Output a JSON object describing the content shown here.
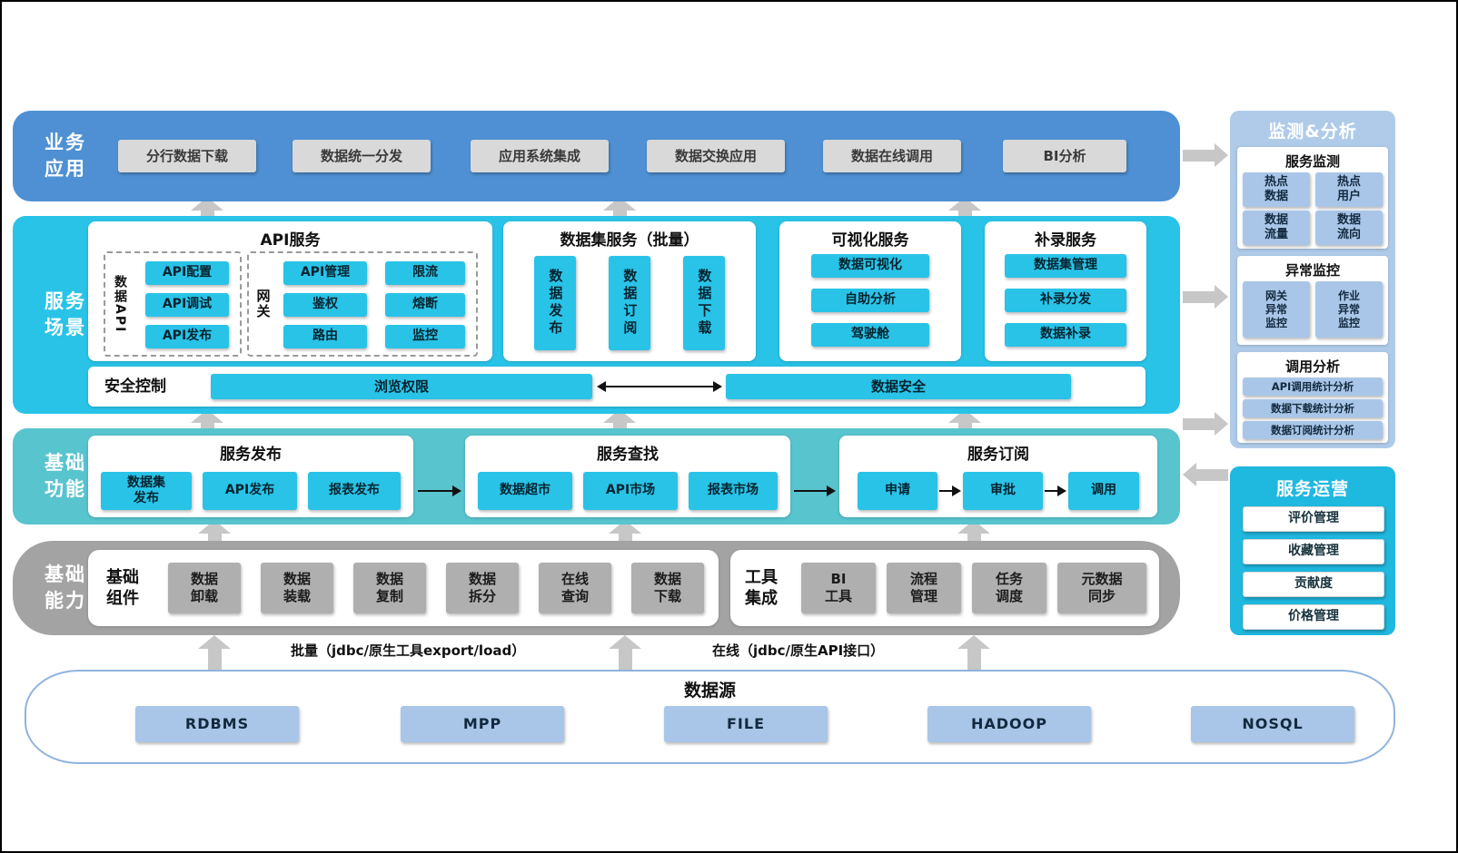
{
  "layers": {
    "business": {
      "label": "业务\n应用",
      "items": [
        "分行数据下载",
        "数据统一分发",
        "应用系统集成",
        "数据交换应用",
        "数据在线调用",
        "BI分析"
      ]
    },
    "scene": {
      "label": "服务\n场景",
      "api": {
        "title": "API服务",
        "data_api_label": "数据API",
        "data_api_items": [
          "API配置",
          "API调试",
          "API发布"
        ],
        "gateway_label": "网关",
        "gateway_items": [
          "API管理",
          "限流",
          "鉴权",
          "熔断",
          "路由",
          "监控"
        ]
      },
      "dataset": {
        "title": "数据集服务（批量）",
        "items": [
          "数据发布",
          "数据订阅",
          "数据下载"
        ]
      },
      "visual": {
        "title": "可视化服务",
        "items": [
          "数据可视化",
          "自助分析",
          "驾驶舱"
        ]
      },
      "backfill": {
        "title": "补录服务",
        "items": [
          "数据集管理",
          "补录分发",
          "数据补录"
        ]
      },
      "security": {
        "label": "安全控制",
        "left": "浏览权限",
        "right": "数据安全"
      }
    },
    "functions": {
      "label": "基础\n功能",
      "publish": {
        "title": "服务发布",
        "items": [
          "数据集\n发布",
          "API发布",
          "报表发布"
        ]
      },
      "search": {
        "title": "服务查找",
        "items": [
          "数据超市",
          "API市场",
          "报表市场"
        ]
      },
      "subscribe": {
        "title": "服务订阅",
        "items": [
          "申请",
          "审批",
          "调用"
        ]
      }
    },
    "capability": {
      "label": "基础\n能力",
      "components": {
        "label": "基础\n组件",
        "items": [
          "数据\n卸载",
          "数据\n装载",
          "数据\n复制",
          "数据\n拆分",
          "在线\n查询",
          "数据\n下载"
        ]
      },
      "tools": {
        "label": "工具\n集成",
        "items": [
          "BI\n工具",
          "流程\n管理",
          "任务\n调度",
          "元数据\n同步"
        ]
      }
    },
    "datasource": {
      "title": "数据源",
      "items": [
        "RDBMS",
        "MPP",
        "FILE",
        "HADOOP",
        "NOSQL"
      ],
      "batch_note": "批量（jdbc/原生工具export/load）",
      "online_note": "在线（jdbc/原生API接口）"
    }
  },
  "right_panels": {
    "monitor": {
      "title": "监测&分析",
      "service_monitor": {
        "title": "服务监测",
        "items": [
          "热点\n数据",
          "热点\n用户",
          "数据\n流量",
          "数据\n流向"
        ]
      },
      "exception": {
        "title": "异常监控",
        "items": [
          "网关\n异常\n监控",
          "作业\n异常\n监控"
        ]
      },
      "analysis": {
        "title": "调用分析",
        "items": [
          "API调用统计分析",
          "数据下载统计分析",
          "数据订阅统计分析"
        ]
      }
    },
    "operation": {
      "title": "服务运营",
      "items": [
        "评价管理",
        "收藏管理",
        "贡献度",
        "价格管理"
      ]
    }
  },
  "colors": {
    "business_blue": "#4E90D3",
    "scene_cyan": "#29C3E8",
    "functions_teal": "#58C4CE",
    "capability_gray": "#A3A3A3",
    "button_gray_light": "#D9D9D9",
    "button_gray": "#AFAFAF",
    "light_blue": "#A9C6E8",
    "monitor_panel_blue": "#AFCBE9",
    "operation_panel_cyan": "#1FB8DF",
    "arrow_gray": "#C7C7C7"
  }
}
